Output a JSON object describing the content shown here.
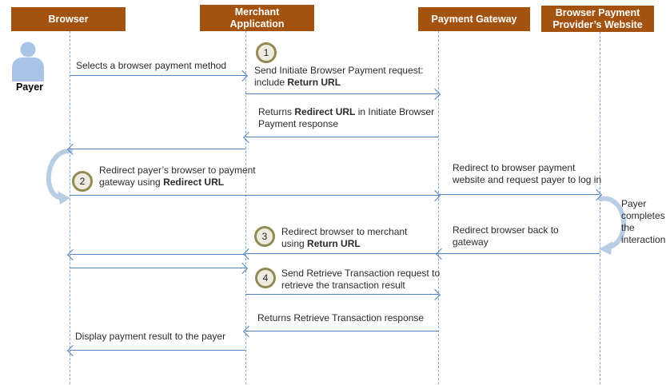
{
  "diagram": {
    "participants": [
      {
        "label": "Browser"
      },
      {
        "label": "Merchant\nApplication"
      },
      {
        "label": "Payment Gateway"
      },
      {
        "label": "Browser Payment\nProvider’s Website"
      }
    ],
    "actor_label": "Payer",
    "badges": [
      "1",
      "2",
      "3",
      "4"
    ],
    "messages": [
      {
        "lines": [
          [
            {
              "t": "Selects a browser payment method"
            }
          ]
        ]
      },
      {
        "lines": [
          [
            {
              "t": "Send Initiate Browser Payment request:"
            }
          ],
          [
            {
              "t": "include "
            },
            {
              "t": "Return URL",
              "b": true
            }
          ]
        ]
      },
      {
        "lines": [
          [
            {
              "t": "Returns "
            },
            {
              "t": "Redirect URL",
              "b": true
            },
            {
              "t": " in Initiate Browser"
            }
          ],
          [
            {
              "t": "Payment response"
            }
          ]
        ]
      },
      {
        "lines": [
          [
            {
              "t": "Redirect payer’s browser to payment"
            }
          ],
          [
            {
              "t": "gateway using "
            },
            {
              "t": "Redirect URL",
              "b": true
            }
          ]
        ]
      },
      {
        "lines": [
          [
            {
              "t": "Redirect to browser payment"
            }
          ],
          [
            {
              "t": "website and request payer to log in"
            }
          ]
        ]
      },
      {
        "lines": [
          [
            {
              "t": "Redirect browser back to"
            }
          ],
          [
            {
              "t": "gateway"
            }
          ]
        ]
      },
      {
        "lines": [
          [
            {
              "t": "Redirect browser to merchant"
            }
          ],
          [
            {
              "t": "using "
            },
            {
              "t": "Return URL",
              "b": true
            }
          ]
        ]
      },
      {
        "lines": [
          [
            {
              "t": "Send Retrieve Transaction request to"
            }
          ],
          [
            {
              "t": "retrieve the transaction result"
            }
          ]
        ]
      },
      {
        "lines": [
          [
            {
              "t": "Returns Retrieve Transaction response"
            }
          ]
        ]
      },
      {
        "lines": [
          [
            {
              "t": "Display payment result to the payer"
            }
          ]
        ]
      }
    ],
    "note": "Payer\ncompletes\nthe\ninteraction"
  },
  "colors": {
    "header_bg": "#A3520F",
    "header_text": "#FFFFFF",
    "arrow": "#4F81BD",
    "lifeline": "#7DA7DB",
    "loop": "#B9CDE5",
    "badge_ring": "#948A54",
    "badge_fill": "#EEECE1",
    "actor_fill": "#A9C4E6",
    "text": "#2B2B2B"
  }
}
